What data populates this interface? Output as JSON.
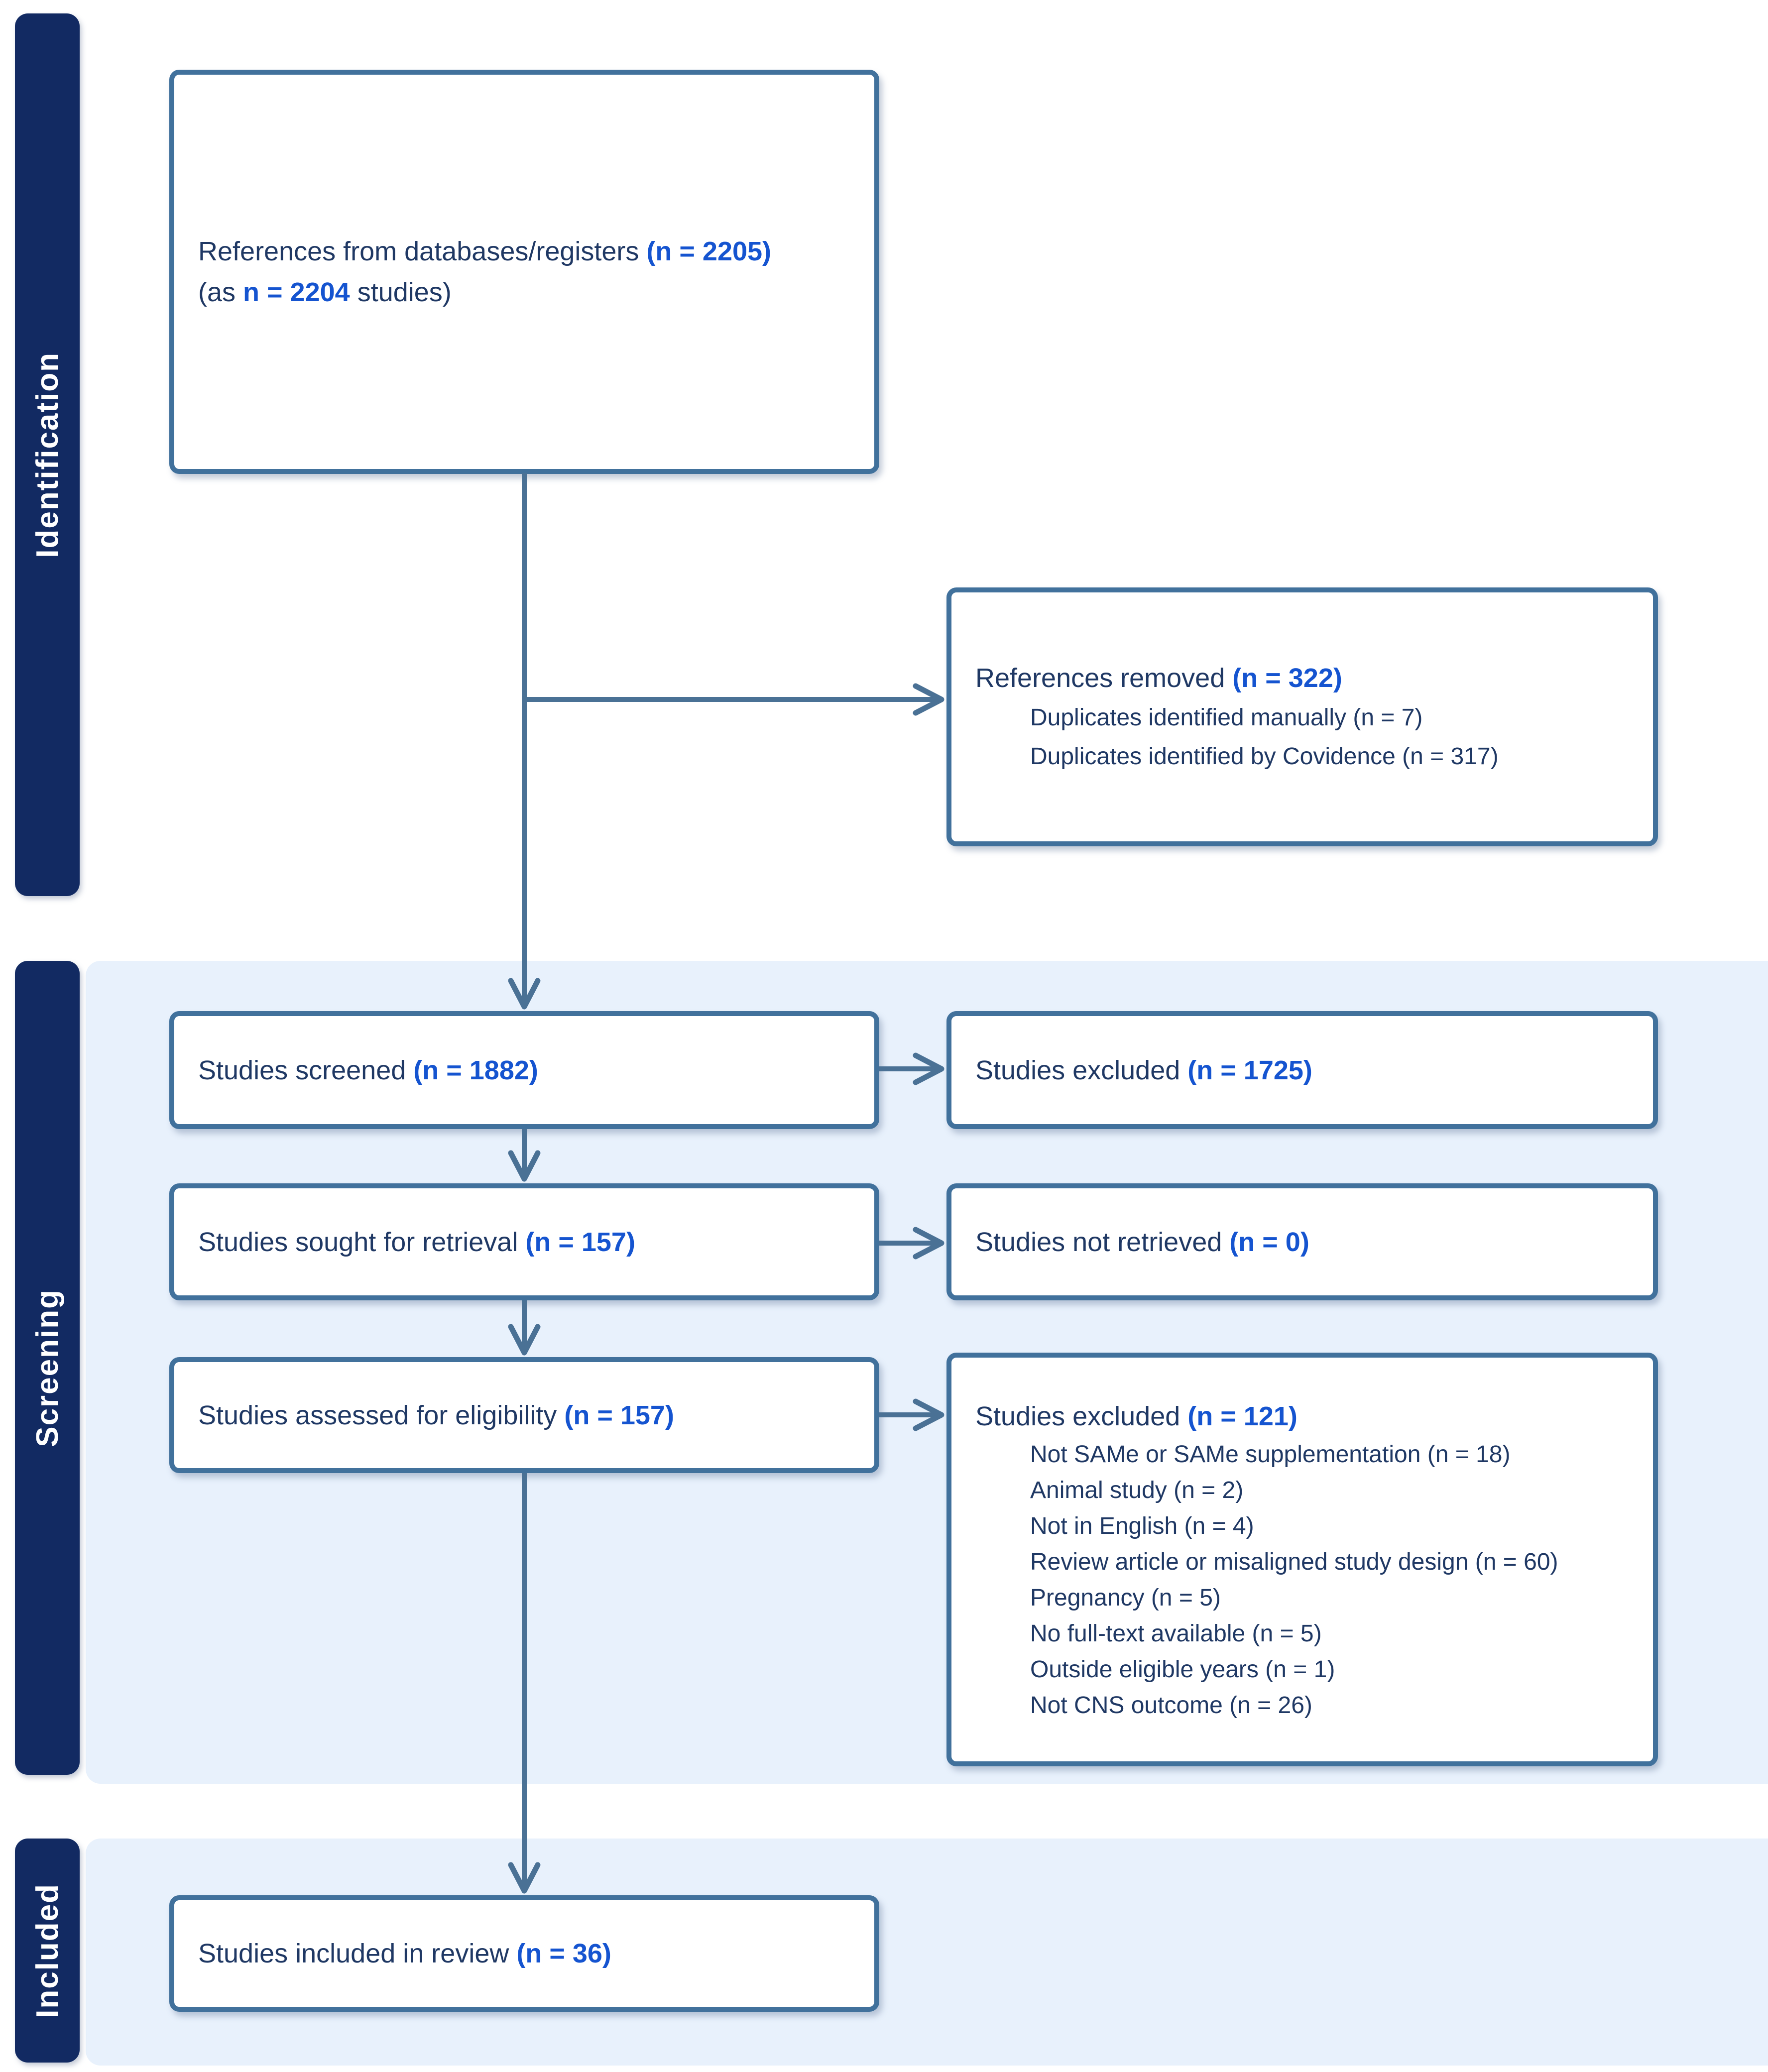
{
  "palette": {
    "sidebar_navy": "#122a62",
    "box_border": "#41719c",
    "section_band": "#e8f1fc",
    "text_dark_navy": "#1f3864",
    "count_blue": "#1554d0",
    "arrow_slate": "#4a7195",
    "page_background": "#ffffff"
  },
  "sidebar": {
    "identification": "Identification",
    "screening": "Screening",
    "included": "Included"
  },
  "boxes": {
    "references": {
      "line1_text": "References from databases/registers ",
      "line1_n": "(n = 2205)",
      "line2_prefix": "(as ",
      "line2_n": "n = 2204",
      "line2_suffix": " studies)"
    },
    "removed": {
      "title_text": "References removed ",
      "title_n": "(n = 322)",
      "items": [
        "Duplicates identified manually (n = 7)",
        "Duplicates identified by Covidence (n = 317)"
      ]
    },
    "screened": {
      "text": "Studies screened ",
      "n": "(n = 1882)"
    },
    "excluded1": {
      "text": "Studies excluded ",
      "n": "(n = 1725)"
    },
    "sought": {
      "text": "Studies sought for retrieval ",
      "n": "(n = 157)"
    },
    "not_retrieved": {
      "text": "Studies not retrieved ",
      "n": "(n = 0)"
    },
    "assessed": {
      "text": "Studies assessed for eligibility ",
      "n": "(n = 157)"
    },
    "excluded2": {
      "title_text": "Studies excluded ",
      "title_n": "(n = 121)",
      "items": [
        "Not SAMe or SAMe supplementation (n = 18)",
        "Animal study (n = 2)",
        "Not in English (n = 4)",
        "Review article or misaligned study design (n = 60)",
        "Pregnancy (n = 5)",
        "No full-text available (n = 5)",
        "Outside eligible years (n = 1)",
        "Not CNS outcome (n = 26)"
      ]
    },
    "included": {
      "text": "Studies included in review ",
      "n": "(n = 36)"
    }
  }
}
